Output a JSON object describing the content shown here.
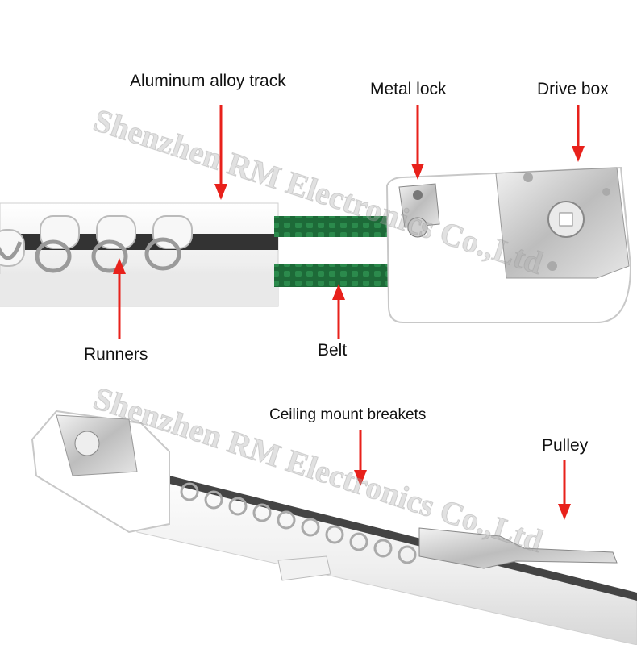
{
  "labels": {
    "aluminum_track": "Aluminum alloy track",
    "metal_lock": "Metal lock",
    "drive_box": "Drive box",
    "runners": "Runners",
    "belt": "Belt",
    "ceiling_mount": "Ceiling mount breakets",
    "pulley": "Pulley"
  },
  "watermark": {
    "line1": "Shenzhen RM Electronics Co.,Ltd",
    "line2": "Shenzhen RM Electronics Co.,Ltd"
  },
  "colors": {
    "arrow": "#e8211b",
    "belt": "#1e6b3a",
    "track": "#f4f4f4",
    "metal": "#c8c8c8"
  },
  "icons": [
    "arrow-down-icon",
    "arrow-up-icon"
  ]
}
